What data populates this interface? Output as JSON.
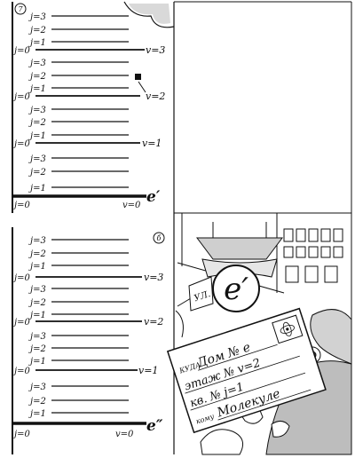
{
  "panel_top": {
    "badge": "7",
    "levels": [
      {
        "v_label": "v=3",
        "j_label": "j=0",
        "sub": [
          "j=3",
          "j=2",
          "j=1"
        ]
      },
      {
        "v_label": "v=2",
        "j_label": "j=0",
        "sub": [
          "j=3",
          "j=2",
          "j=1"
        ]
      },
      {
        "v_label": "v=1",
        "j_label": "j=0",
        "sub": [
          "j=3",
          "j=2",
          "j=1"
        ]
      }
    ],
    "ground": {
      "sub": [
        "j=3",
        "j=2",
        "j=1"
      ],
      "j_label": "j=0",
      "v_label": "v=0",
      "state": "e′"
    }
  },
  "panel_bottom": {
    "badge": "б",
    "levels": [
      {
        "v_label": "v=3",
        "j_label": "j=0",
        "sub": [
          "j=3",
          "j=2",
          "j=1"
        ]
      },
      {
        "v_label": "v=2",
        "j_label": "j=0",
        "sub": [
          "j=3",
          "j=2",
          "j=1"
        ]
      },
      {
        "v_label": "v=1",
        "j_label": "j=0",
        "sub": [
          "j=3",
          "j=2",
          "j=1"
        ]
      }
    ],
    "ground": {
      "sub": [
        "j=3",
        "j=2",
        "j=1"
      ],
      "j_label": "j=0",
      "v_label": "v=0",
      "state": "e″"
    }
  },
  "illustration": {
    "house_sign": "e′",
    "street_label": "УЛ.",
    "envelope": {
      "to_label": "КУДА",
      "address_line1": "Дом № e",
      "address_line2": "этаж № v=2",
      "address_line3": "кв. № j=1",
      "whom_label": "кому",
      "recipient": "Молекуле"
    }
  }
}
